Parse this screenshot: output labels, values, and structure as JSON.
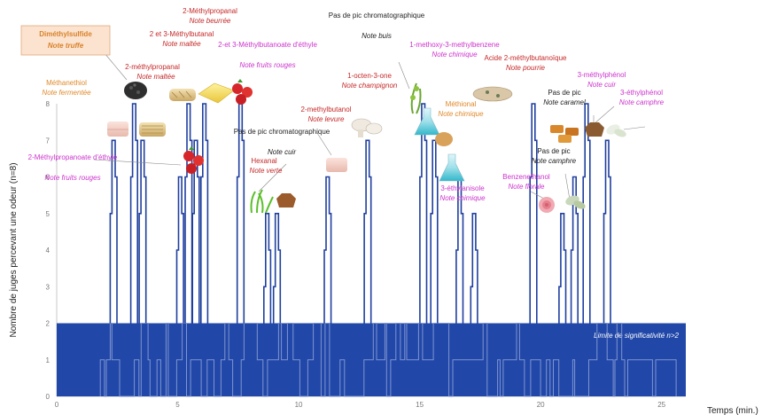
{
  "chart_data": {
    "type": "line",
    "title": "",
    "xlabel": "Temps (min.)",
    "ylabel": "Nombre de juges percevant une odeur (n=8)",
    "xlim": [
      0,
      26
    ],
    "ylim": [
      0,
      8
    ],
    "x_ticks": [
      0,
      5,
      10,
      15,
      20,
      25
    ],
    "y_ticks": [
      0,
      1,
      2,
      3,
      4,
      5,
      6,
      7,
      8
    ],
    "grid": false,
    "line_color": "#1f3f9e",
    "threshold": {
      "value": 2,
      "label": "Limite de significativité n>2",
      "color": "#2147a8",
      "label_color": "#ffffff"
    },
    "peaks": [
      {
        "t": 2.35,
        "n": 7
      },
      {
        "t": 3.2,
        "n": 8
      },
      {
        "t": 3.55,
        "n": 7
      },
      {
        "t": 5.1,
        "n": 6
      },
      {
        "t": 5.45,
        "n": 8
      },
      {
        "t": 5.75,
        "n": 7
      },
      {
        "t": 6.1,
        "n": 8
      },
      {
        "t": 7.6,
        "n": 8
      },
      {
        "t": 8.7,
        "n": 5
      },
      {
        "t": 9.1,
        "n": 5
      },
      {
        "t": 11.2,
        "n": 6
      },
      {
        "t": 12.85,
        "n": 7
      },
      {
        "t": 15.15,
        "n": 8
      },
      {
        "t": 15.6,
        "n": 7
      },
      {
        "t": 16.65,
        "n": 6
      },
      {
        "t": 17.25,
        "n": 5
      },
      {
        "t": 19.7,
        "n": 8
      },
      {
        "t": 20.9,
        "n": 5
      },
      {
        "t": 21.4,
        "n": 6
      },
      {
        "t": 21.9,
        "n": 8
      },
      {
        "t": 22.75,
        "n": 7
      }
    ],
    "annotations": [
      {
        "name": "Diméthylsulfide",
        "note": "Note truffe",
        "boxed": true,
        "color": "#d9822b",
        "box_color": "#fbe3cf"
      },
      {
        "name": "Méthanethiol",
        "note": "Note fermentée",
        "color": "#e0892a"
      },
      {
        "name": "2-Méthylpropanoate d'éthyle",
        "note": "Note fruits rouges",
        "color": "#cc33cc"
      },
      {
        "name": "2-méthylpropanal",
        "note": "Note maltée",
        "color": "#c62828"
      },
      {
        "name": "2 et 3-Méthylbutanal",
        "note": "Note maltée",
        "color": "#c62828"
      },
      {
        "name": "2-Méthylpropanal",
        "note": "Note beurrée",
        "color": "#c62828"
      },
      {
        "name": "2-et 3-Méthylbutanoate d'éthyle",
        "note": "Note fruits rouges",
        "color": "#cc33cc"
      },
      {
        "name": "Pas de pic chromatographique",
        "note": "Note cuir",
        "color": "#222222"
      },
      {
        "name": "Hexanal",
        "note": "Note verte",
        "color": "#c62828"
      },
      {
        "name": "2-methylbutanol",
        "note": "Note levure",
        "color": "#c62828"
      },
      {
        "name": "1-octen-3-one",
        "note": "Note champignon",
        "color": "#c62828"
      },
      {
        "name": "Pas de pic chromatographique",
        "note": "Note buis",
        "color": "#222222"
      },
      {
        "name": "1-methoxy-3-methylbenzene",
        "note": "Note chimique",
        "color": "#cc33cc"
      },
      {
        "name": "Méthional",
        "note": "Note chimique",
        "color": "#e0892a"
      },
      {
        "name": "3-éthylanisole",
        "note": "Note chimique",
        "color": "#cc33cc"
      },
      {
        "name": "Acide 2-méthylbutanoïque",
        "note": "Note pourrie",
        "color": "#c62828"
      },
      {
        "name": "Pas de pic",
        "note": "Note caramel",
        "color": "#222222"
      },
      {
        "name": "3-méthylphénol",
        "note": "Note cuir",
        "color": "#cc33cc"
      },
      {
        "name": "3-éthylphénol",
        "note": "Note camphre",
        "color": "#cc33cc"
      },
      {
        "name": "Pas de pic",
        "note": "Note camphre",
        "color": "#222222"
      },
      {
        "name": "Benzenethanol",
        "note": "Note florale",
        "color": "#cc33cc"
      }
    ]
  }
}
